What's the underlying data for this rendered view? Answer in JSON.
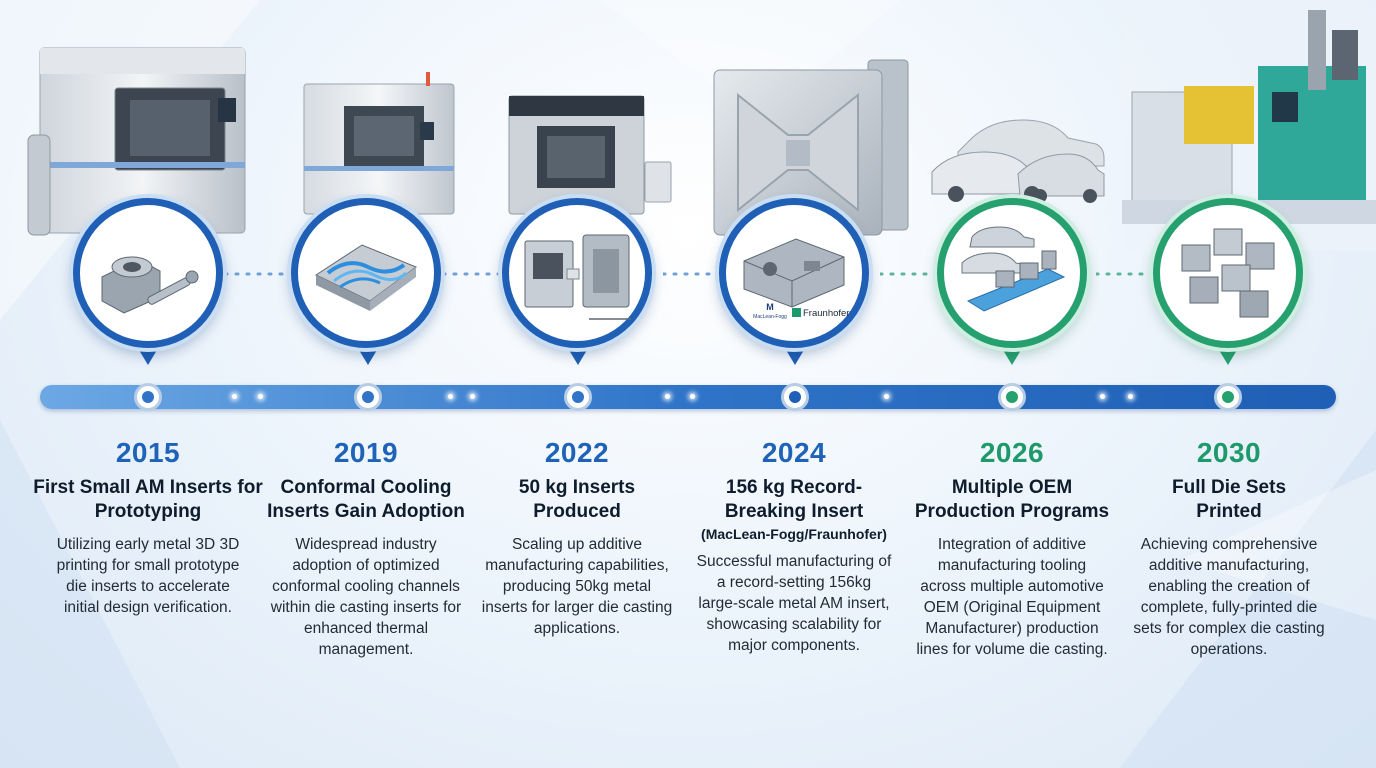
{
  "colors": {
    "blue_year": "#1f63b8",
    "green_year": "#1e9a6a",
    "blue_ring": "#1f5fb5",
    "green_ring": "#27a070",
    "text": "#0f1c2c"
  },
  "milestones": [
    {
      "year": "2015",
      "title": "First Small AM Inserts for Prototyping",
      "subtitle": "",
      "description": "Utilizing early metal 3D 3D printing for small prototype die inserts to accelerate initial design verification.",
      "theme": "blue",
      "icon": "prototype-insert-icon"
    },
    {
      "year": "2019",
      "title": "Conformal Cooling Inserts Gain Adoption",
      "subtitle": "",
      "description": "Widespread industry adoption of optimized conformal cooling channels within die casting inserts for enhanced thermal management.",
      "theme": "blue",
      "icon": "cooling-channel-icon"
    },
    {
      "year": "2022",
      "title": "50 kg Inserts Produced",
      "subtitle": "",
      "description": "Scaling up additive manufacturing capabilities, producing 50kg metal inserts for larger die casting applications.",
      "theme": "blue",
      "icon": "printer-insert-icon"
    },
    {
      "year": "2024",
      "title": "156 kg Record-Breaking Insert",
      "subtitle": "(MacLean-Fogg/Fraunhofer)",
      "description": "Successful manufacturing of a record-setting 156kg large-scale metal AM insert, showcasing scalability for major components.",
      "theme": "blue",
      "icon": "large-insert-icon",
      "logos": [
        "Fraunhofer"
      ]
    },
    {
      "year": "2026",
      "title": "Multiple OEM Production Programs",
      "subtitle": "",
      "description": "Integration of additive manufacturing tooling across multiple automotive OEM (Original Equipment Manufacturer) production lines for volume die casting.",
      "theme": "green",
      "icon": "production-line-icon"
    },
    {
      "year": "2030",
      "title": "Full Die Sets Printed",
      "subtitle": "",
      "description": "Achieving comprehensive additive manufacturing, enabling the creation of complete, fully-printed die sets for complex die casting operations.",
      "theme": "green",
      "icon": "die-set-icon"
    }
  ]
}
